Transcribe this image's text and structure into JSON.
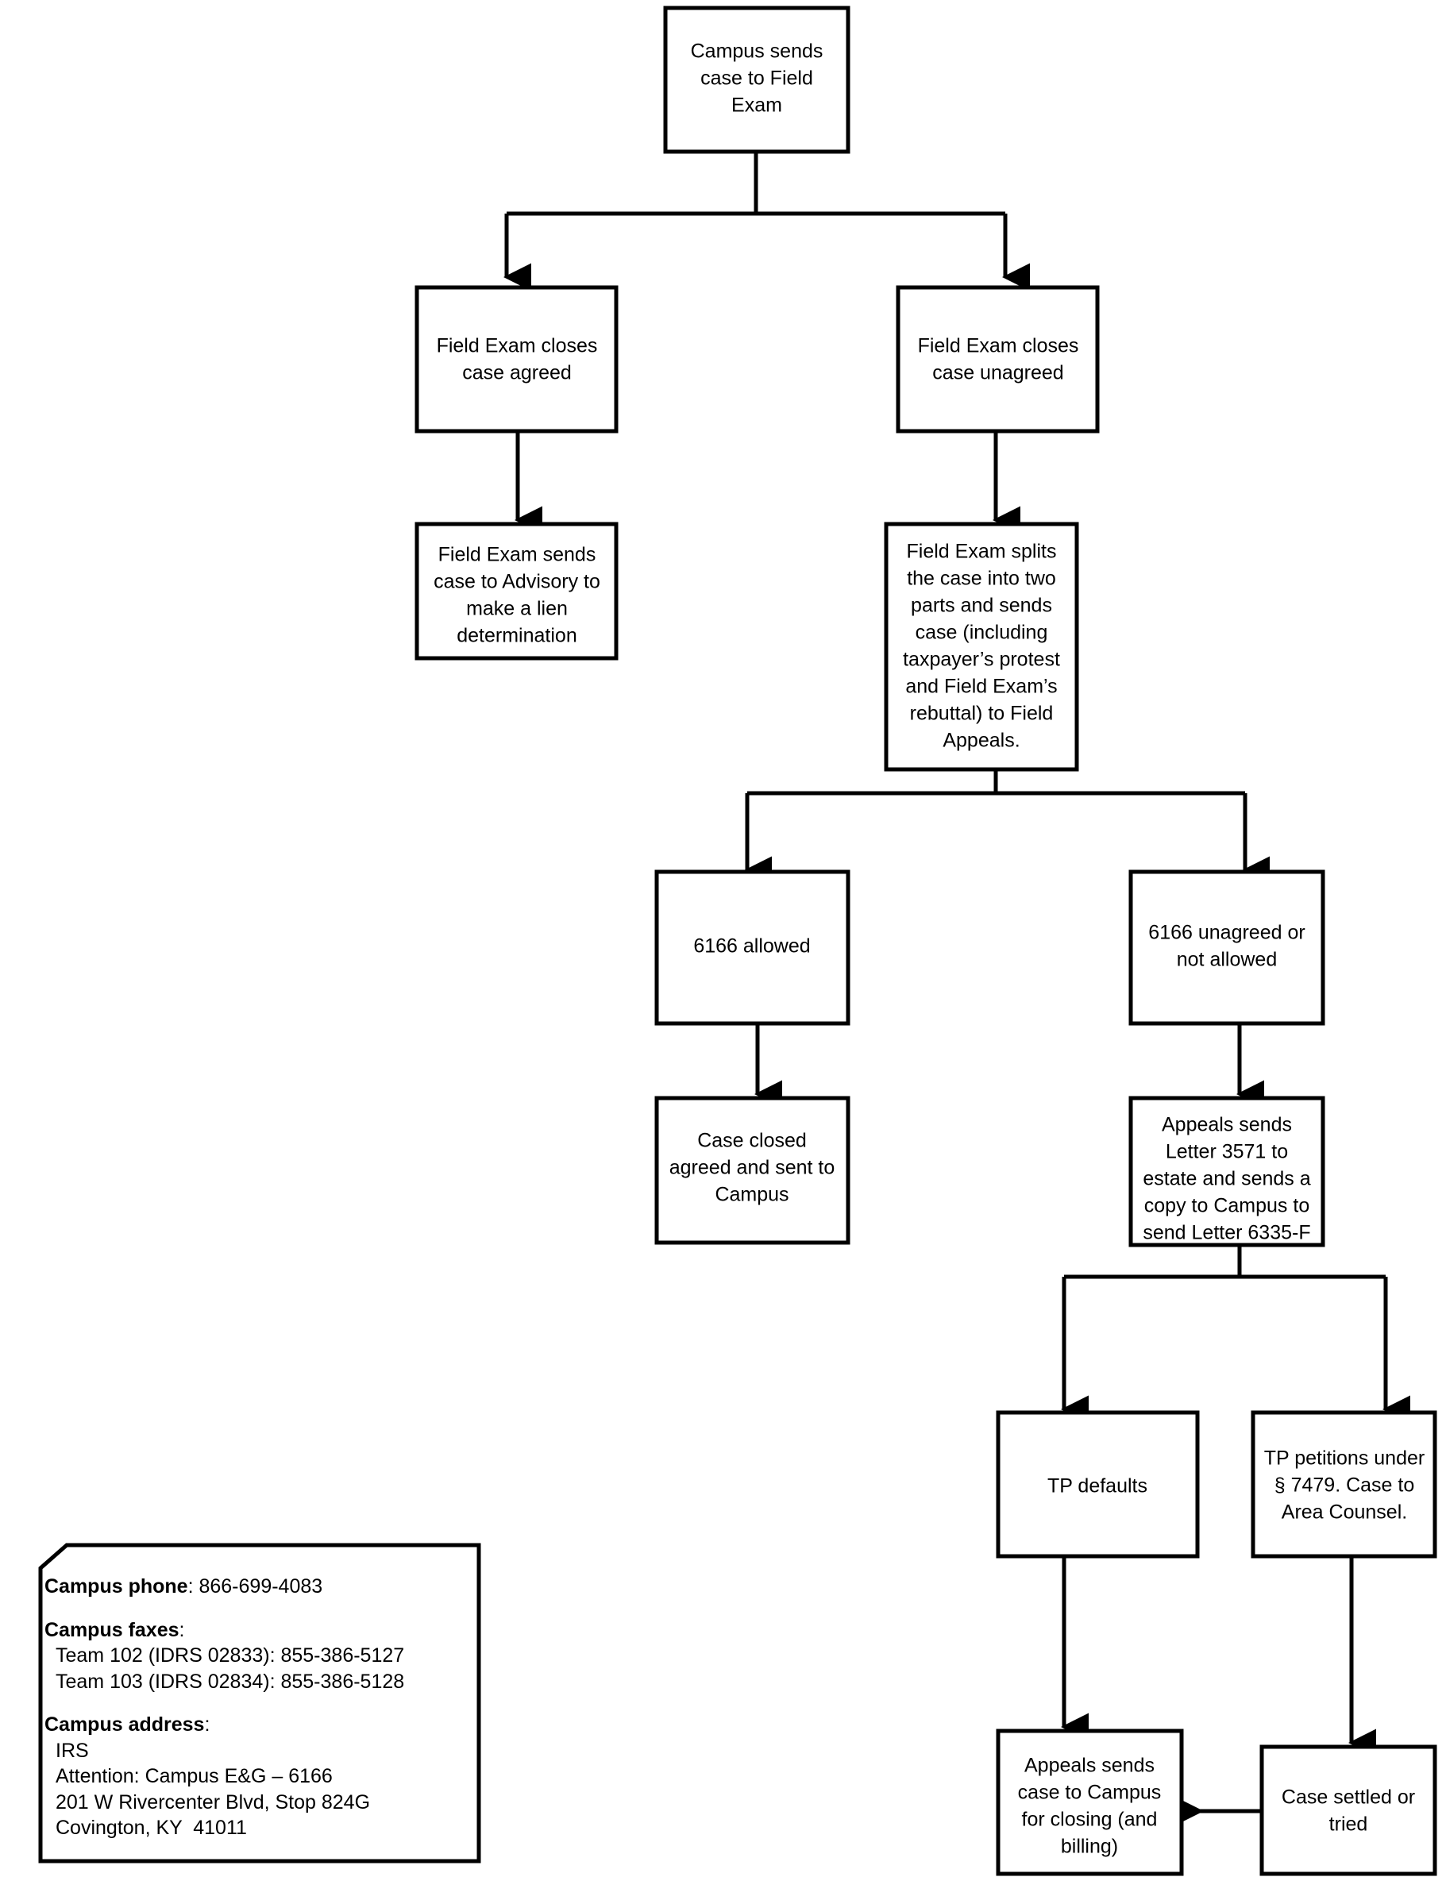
{
  "document": {
    "title": "Campus Field Exam / Appeals 6166 case routing flowchart",
    "background_color": "#ffffff",
    "line_color": "#000000",
    "node_fill": "#ffffff"
  },
  "nodes": {
    "campus_sends": {
      "id": "campus-sends-case-to-field-exam",
      "lines": [
        "Campus sends",
        "case to Field",
        "Exam"
      ]
    },
    "closes_agreed": {
      "id": "field-exam-closes-case-agreed",
      "lines": [
        "Field Exam closes",
        "case agreed"
      ]
    },
    "closes_unagreed": {
      "id": "field-exam-closes-case-unagreed",
      "lines": [
        "Field Exam closes",
        "case unagreed"
      ]
    },
    "sends_advisory": {
      "id": "field-exam-sends-case-to-advisory",
      "lines": [
        "Field Exam sends",
        "case to Advisory to",
        "make a lien",
        "determination"
      ]
    },
    "splits_case": {
      "id": "field-exam-splits-case",
      "lines": [
        "Field Exam splits",
        "the case into two",
        "parts and sends",
        "case (including",
        "taxpayer’s protest",
        "and Field Exam’s",
        "rebuttal) to Field",
        "Appeals."
      ]
    },
    "allowed_6166": {
      "id": "6166-allowed",
      "lines": [
        "6166 allowed"
      ]
    },
    "unagreed_6166": {
      "id": "6166-unagreed-or-not-allowed",
      "lines": [
        "6166 unagreed or",
        "not allowed"
      ]
    },
    "case_closed_agreed": {
      "id": "case-closed-agreed-sent-to-campus",
      "lines": [
        "Case closed",
        "agreed and sent to",
        "Campus"
      ]
    },
    "appeals_letter": {
      "id": "appeals-sends-letter-3571",
      "lines": [
        "Appeals sends",
        "Letter 3571 to",
        "estate and sends a",
        "copy to Campus to",
        "send Letter 6335-F"
      ]
    },
    "tp_defaults": {
      "id": "tp-defaults",
      "lines": [
        "TP defaults"
      ]
    },
    "tp_petitions": {
      "id": "tp-petitions-under-7479",
      "lines": [
        "TP petitions under",
        "§ 7479. Case to",
        "Area Counsel."
      ]
    },
    "appeals_closing": {
      "id": "appeals-sends-case-to-campus-for-closing",
      "lines": [
        "Appeals sends",
        "case to Campus",
        "for closing (and",
        "billing)"
      ]
    },
    "case_settled": {
      "id": "case-settled-or-tried",
      "lines": [
        "Case settled or",
        "tried"
      ]
    }
  },
  "legend": {
    "phone_label": "Campus phone",
    "phone_value": ": 866-699-4083",
    "faxes_label": "Campus faxes",
    "faxes_colon": ":",
    "fax_lines": [
      "Team 102 (IDRS 02833): 855-386-5127",
      "Team 103 (IDRS 02834): 855-386-5128"
    ],
    "address_label": "Campus address",
    "address_colon": ":",
    "address_lines": [
      "IRS",
      "Attention: Campus E&G – 6166",
      "201 W Rivercenter Blvd, Stop 824G",
      "Covington, KY  41011"
    ]
  }
}
